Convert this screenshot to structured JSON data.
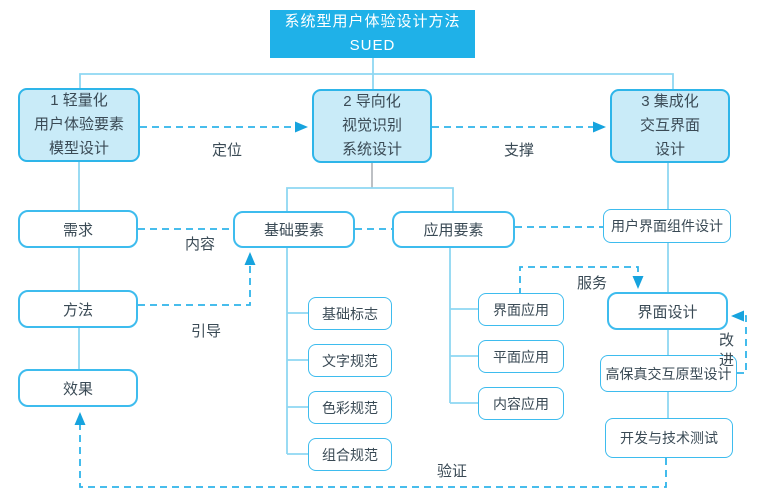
{
  "diagram": {
    "title": {
      "line1": "系统型用户体验设计方法",
      "line2": "SUED"
    },
    "phases": [
      {
        "line1": "1 轻量化",
        "line2": "用户体验要素",
        "line3": "模型设计"
      },
      {
        "line1": "2 导向化",
        "line2": "视觉识别",
        "line3": "系统设计"
      },
      {
        "line1": "3 集成化",
        "line2": "交互界面",
        "line3": "设计"
      }
    ],
    "left_nodes": [
      "需求",
      "方法",
      "效果"
    ],
    "element_groups": {
      "basic_parent": "基础要素",
      "applied_parent": "应用要素",
      "basic_children": [
        "基础标志",
        "文字规范",
        "色彩规范",
        "组合规范"
      ],
      "applied_children": [
        "界面应用",
        "平面应用",
        "内容应用"
      ]
    },
    "right_nodes": [
      "用户界面组件设计",
      "界面设计",
      "高保真交互原型设计",
      "开发与技术测试"
    ],
    "edge_labels": {
      "positioning": "定位",
      "support": "支撑",
      "content": "内容",
      "guidance": "引导",
      "service": "服务",
      "improvement": "改进",
      "validation": "验证"
    },
    "colors": {
      "accent": "#1fb1e8",
      "phase_fill": "#c9ebf8",
      "node_border": "#2eb5e9",
      "solid_line": "#8fd7f2",
      "dashed_line": "#2fb4ea",
      "arrow": "#16a3de",
      "text": "#3a4a55"
    }
  }
}
